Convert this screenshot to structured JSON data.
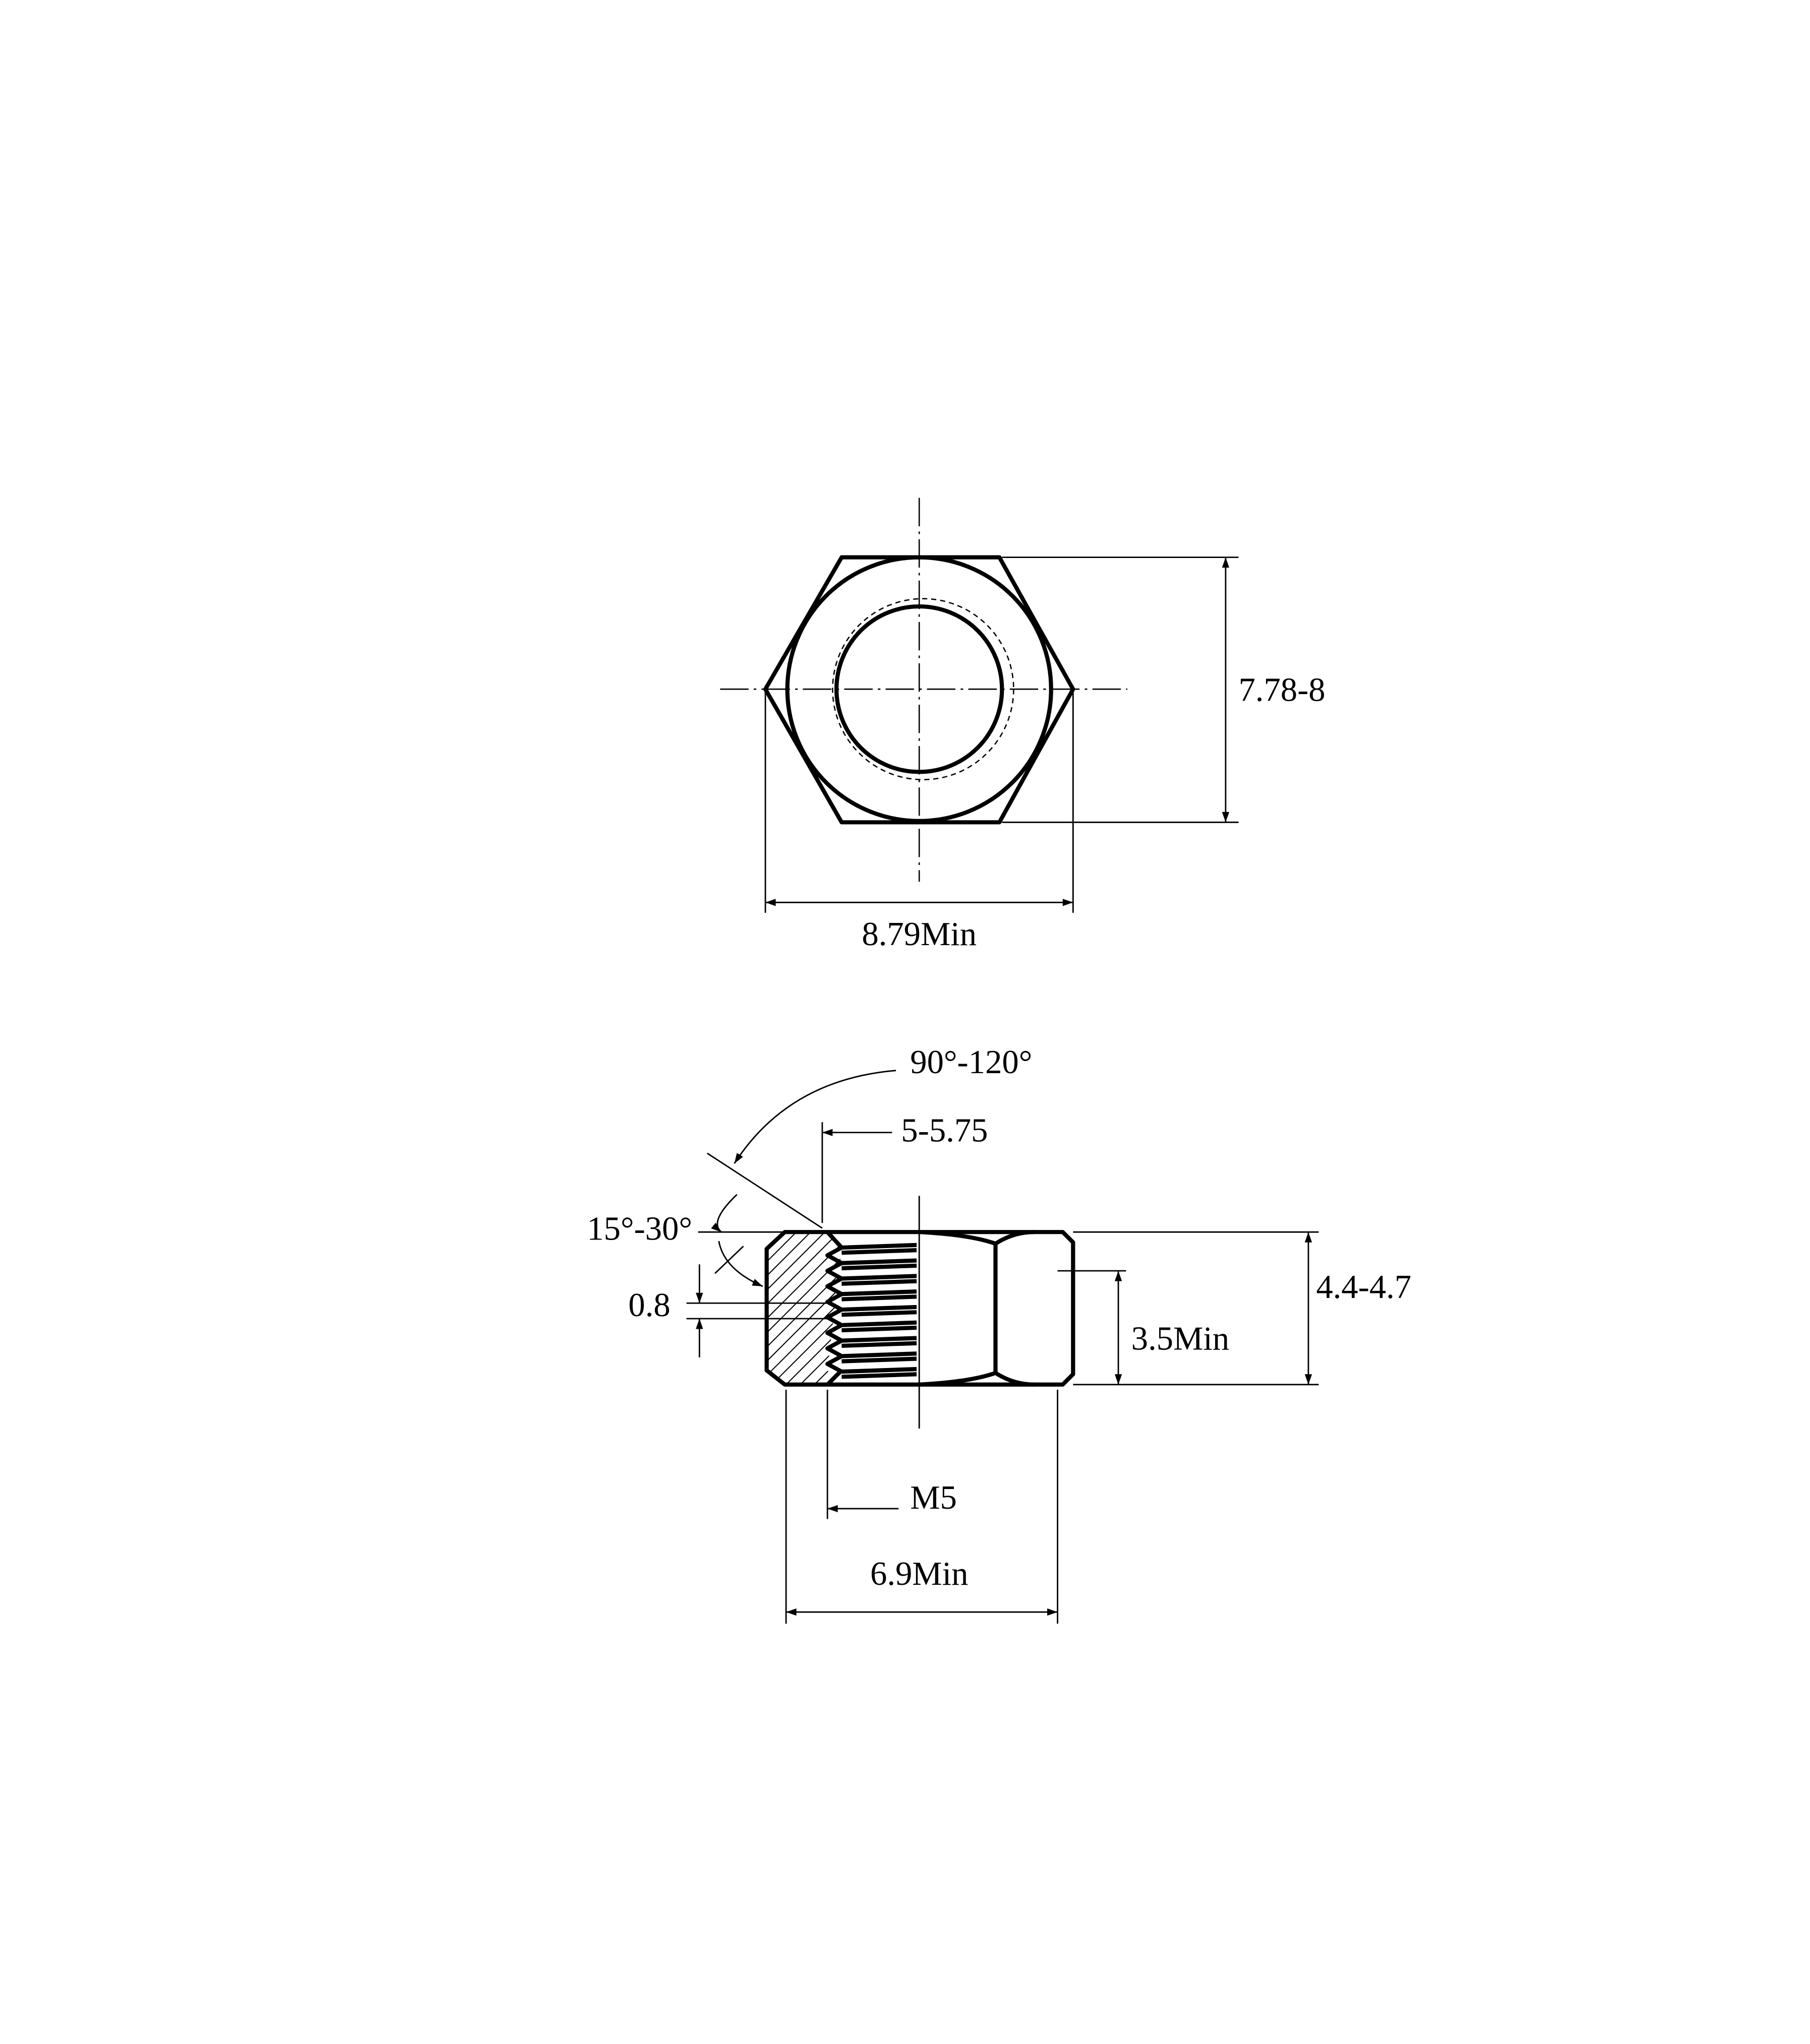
{
  "drawing": {
    "top_view": {
      "height_across_flats": "7.78-8",
      "width_across_corners": "8.79Min"
    },
    "side_view": {
      "countersink_angle": "90°-120°",
      "countersink_diameter": "5-5.75",
      "chamfer_angle": "15°-30°",
      "pitch": "0.8",
      "thread": "M5",
      "bearing_diameter": "6.9Min",
      "thread_length": "3.5Min",
      "nut_height": "4.4-4.7"
    }
  }
}
